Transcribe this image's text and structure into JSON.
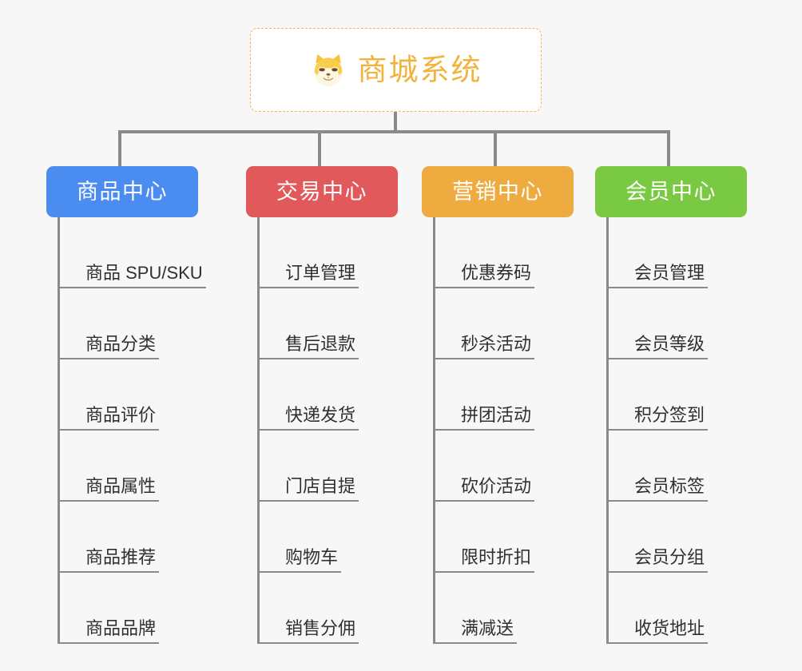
{
  "root": {
    "title": "商城系统",
    "icon": "shiba-dog-icon",
    "border_color": "#f0b849",
    "text_color": "#f2b33d",
    "background": "#ffffff"
  },
  "canvas": {
    "background": "#f7f7f7",
    "connector_color": "#8a8a8a"
  },
  "columns": [
    {
      "header": "商品中心",
      "color": "#4a8cf0",
      "items": [
        "商品 SPU/SKU",
        "商品分类",
        "商品评价",
        "商品属性",
        "商品推荐",
        "商品品牌"
      ]
    },
    {
      "header": "交易中心",
      "color": "#e2595b",
      "items": [
        "订单管理",
        "售后退款",
        "快递发货",
        "门店自提",
        "购物车",
        "销售分佣"
      ]
    },
    {
      "header": "营销中心",
      "color": "#eeab40",
      "items": [
        "优惠券码",
        "秒杀活动",
        "拼团活动",
        "砍价活动",
        "限时折扣",
        "满减送"
      ]
    },
    {
      "header": "会员中心",
      "color": "#7ac943",
      "items": [
        "会员管理",
        "会员等级",
        "积分签到",
        "会员标签",
        "会员分组",
        "收货地址"
      ]
    }
  ]
}
